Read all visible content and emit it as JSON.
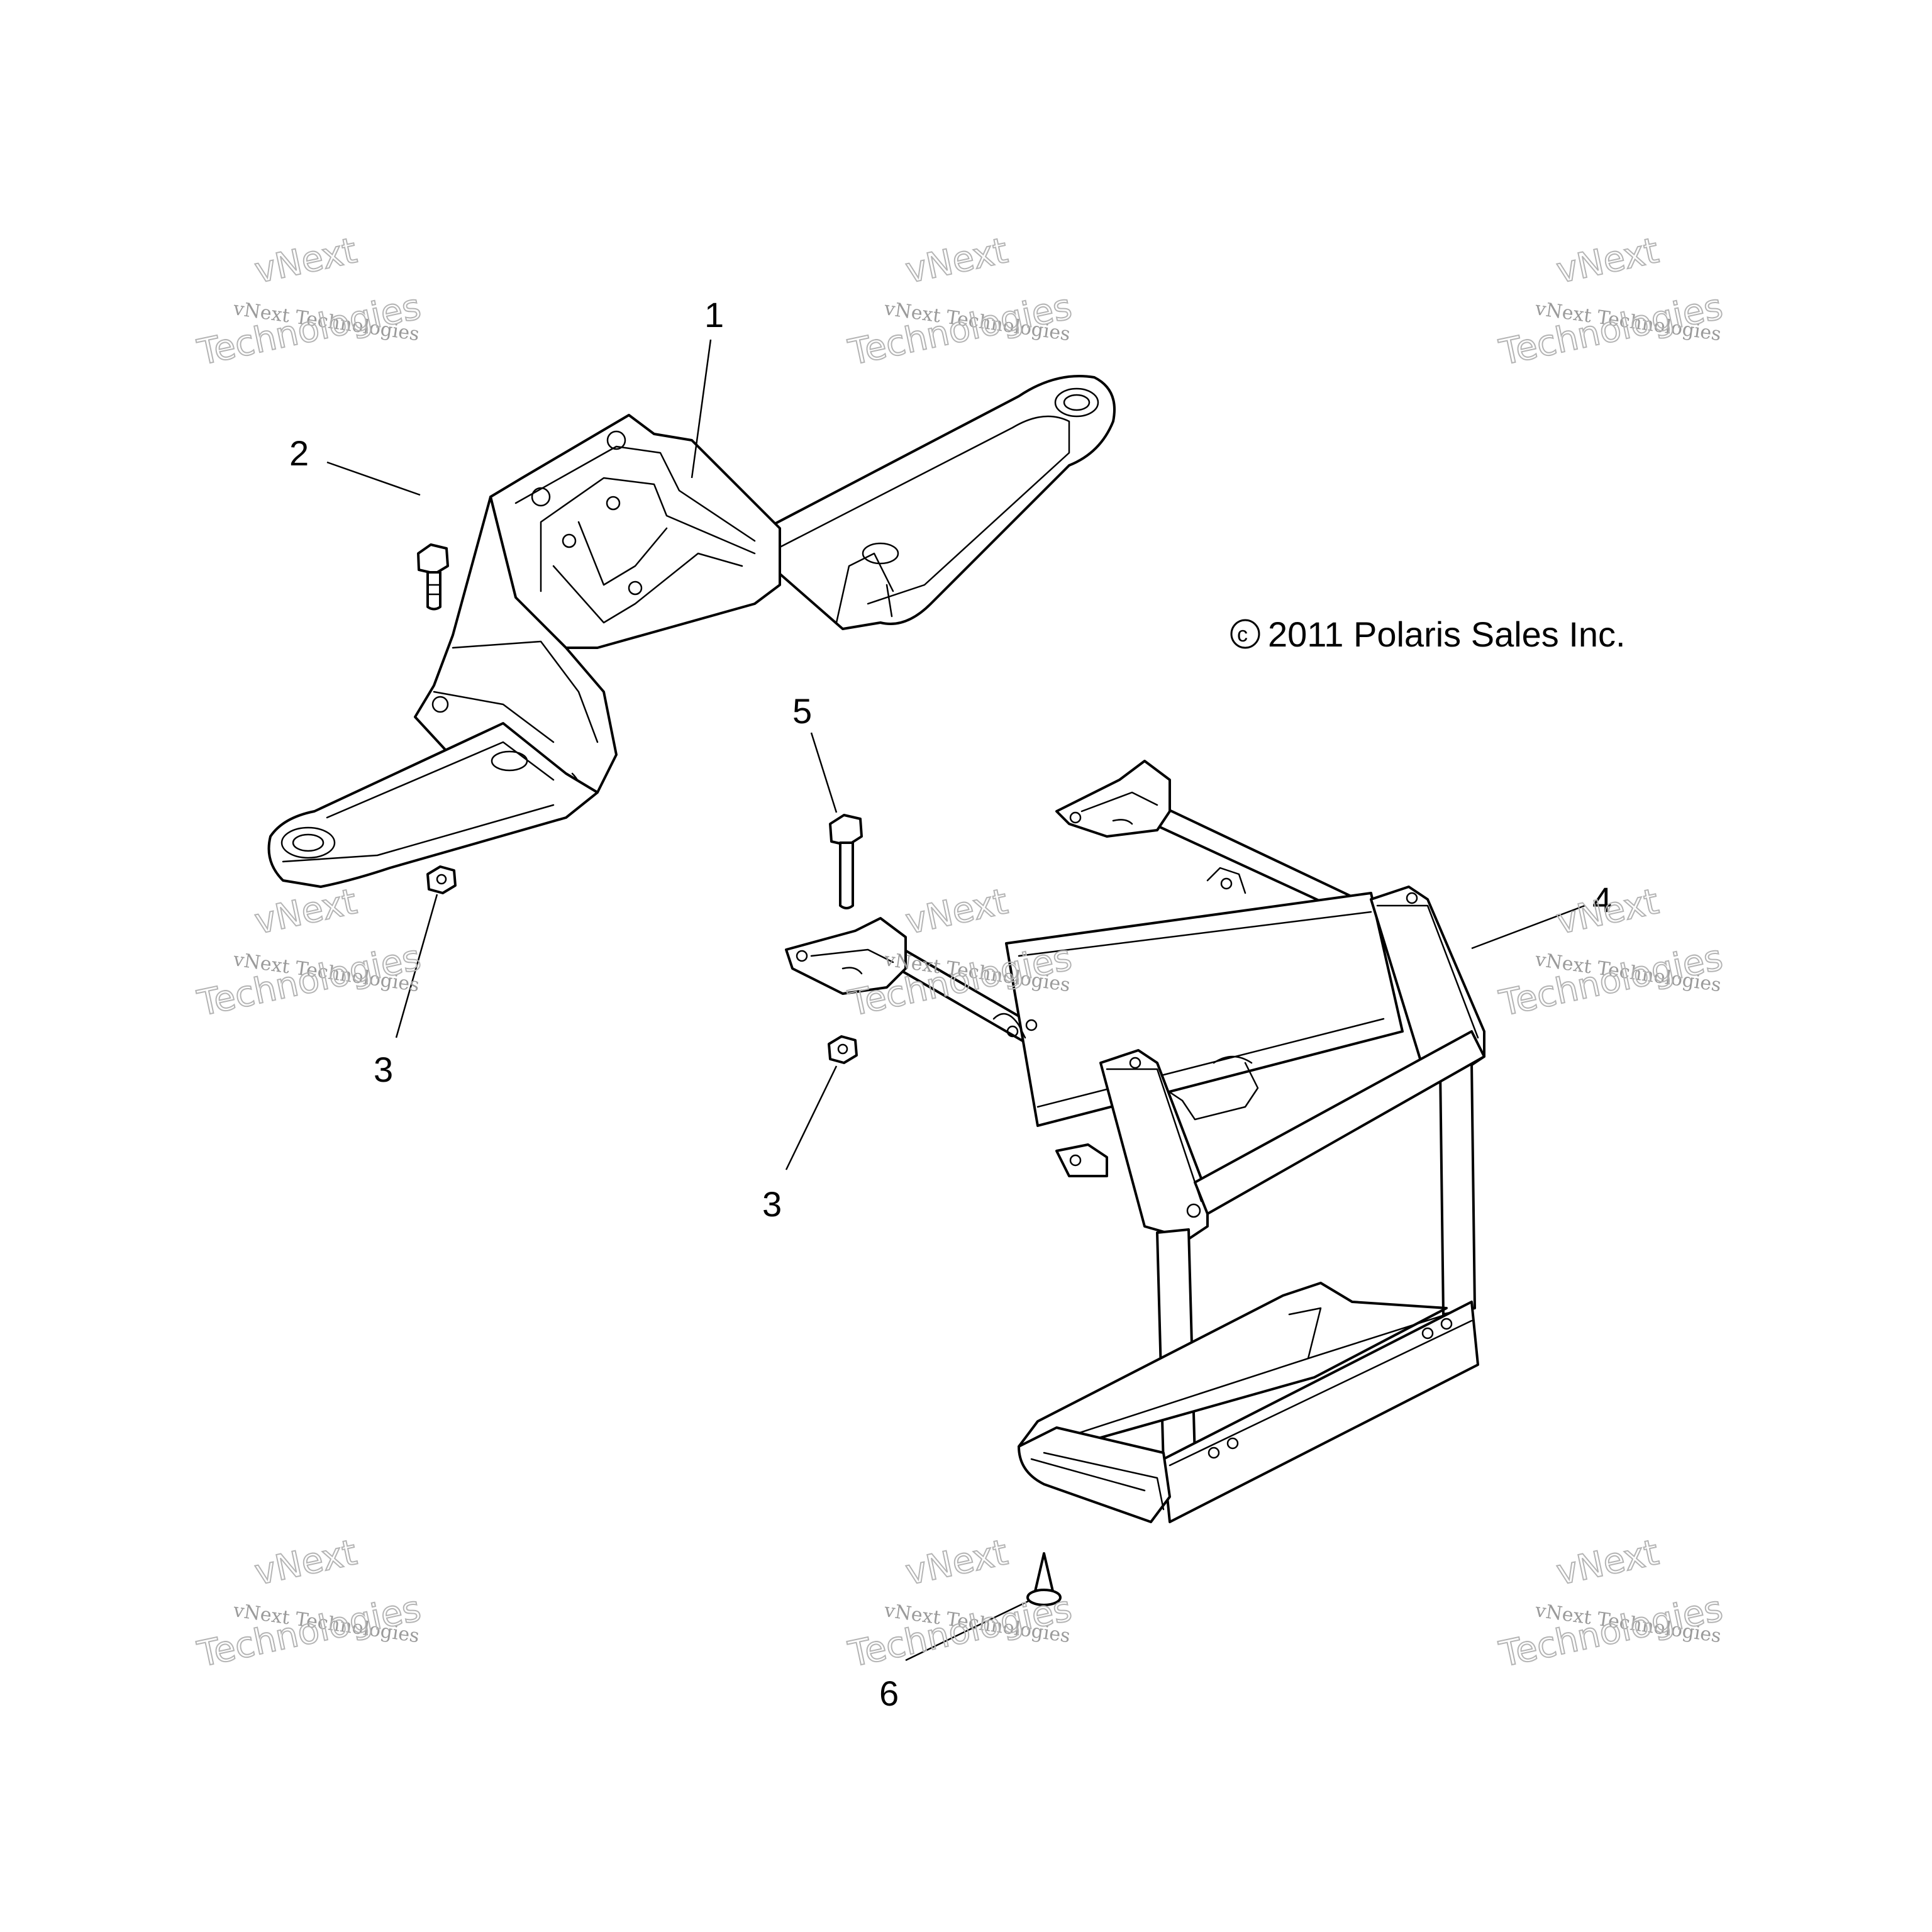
{
  "copyright": "2011 Polaris Sales Inc.",
  "callouts": {
    "c1": "1",
    "c2": "2",
    "c3a": "3",
    "c3b": "3",
    "c4": "4",
    "c5": "5",
    "c6": "6"
  },
  "watermark": {
    "line1": "vNext",
    "line2": "vNext Technologies",
    "line3": "Technologies"
  },
  "colors": {
    "line": "#000000",
    "watermark": "#9a9a9a",
    "background": "#ffffff"
  },
  "icons": {
    "copyright": "copyright-symbol"
  }
}
